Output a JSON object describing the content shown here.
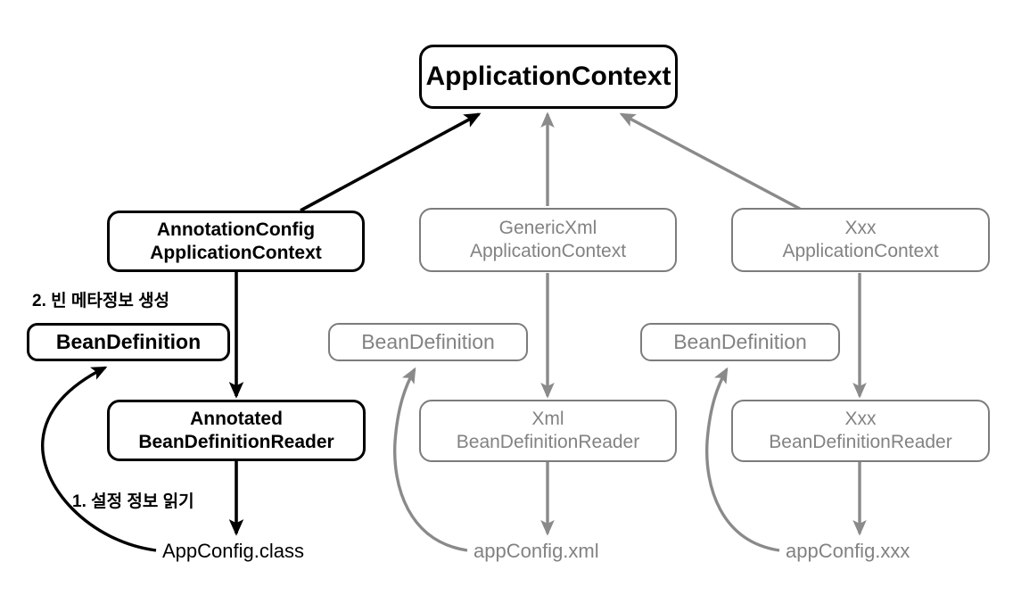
{
  "diagram": {
    "title": "Spring ApplicationContext BeanDefinition flow",
    "colors": {
      "black": "#000000",
      "gray_stroke": "#7c7c7c",
      "gray_text": "#828282",
      "background": "#ffffff"
    },
    "nodes": {
      "application_context": "ApplicationContext",
      "annotation_config_application_context": "AnnotationConfig\nApplicationContext",
      "generic_xml_application_context": "GenericXml\nApplicationContext",
      "xxx_application_context": "Xxx\nApplicationContext",
      "bean_definition_annotation": "BeanDefinition",
      "bean_definition_xml": "BeanDefinition",
      "bean_definition_xxx": "BeanDefinition",
      "annotated_bean_definition_reader": "Annotated\nBeanDefinitionReader",
      "xml_bean_definition_reader": "Xml\nBeanDefinitionReader",
      "xxx_bean_definition_reader": "Xxx\nBeanDefinitionReader",
      "app_config_class": "AppConfig.class",
      "app_config_xml": "appConfig.xml",
      "app_config_xxx": "appConfig.xxx"
    },
    "annotations": {
      "step_two": "2. 빈 메타정보 생성",
      "step_one": "1. 설정 정보 읽기"
    }
  }
}
